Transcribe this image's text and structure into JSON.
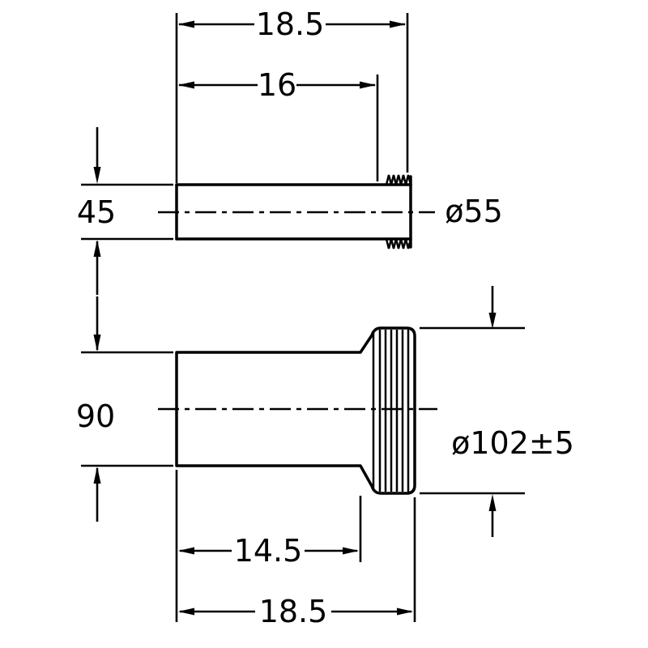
{
  "drawing": {
    "background_color": "#ffffff",
    "line_color": "#000000",
    "upper_view": {
      "total_length": "18.5",
      "length_to_thread": "16",
      "pipe_diameter": "45",
      "thread_diameter": "ø55"
    },
    "lower_view": {
      "pipe_diameter": "90",
      "socket_diameter": "ø102±5",
      "body_length": "14.5",
      "total_length": "18.5"
    }
  }
}
